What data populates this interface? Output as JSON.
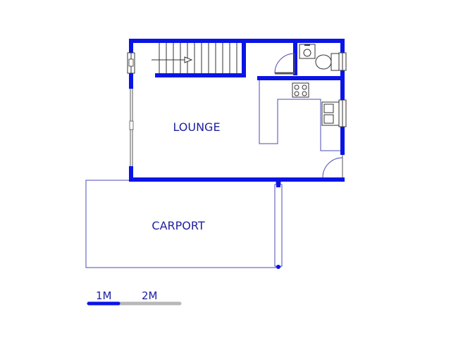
{
  "rooms": {
    "lounge": "LOUNGE",
    "carport": "CARPORT"
  },
  "scale_bar": {
    "first_label": "1M",
    "second_label": "2M",
    "first_color": "#0a14e6",
    "second_color": "#b8b8b8"
  },
  "colors": {
    "wall": "#0a14e6",
    "text": "#2020a0",
    "outline": "#4848b8"
  }
}
